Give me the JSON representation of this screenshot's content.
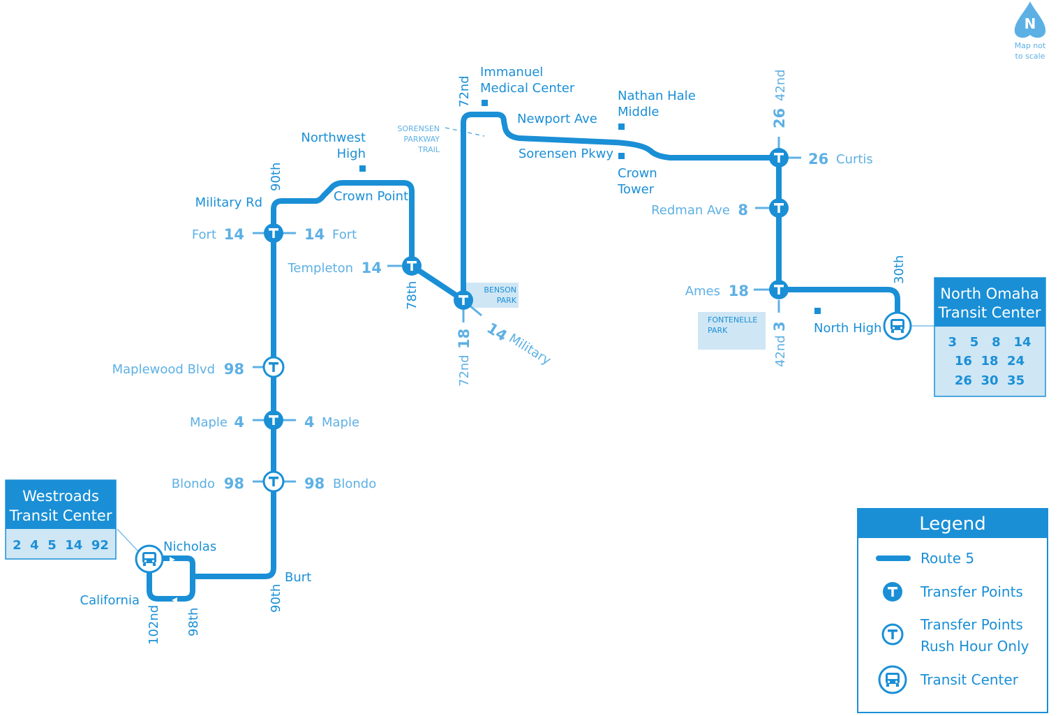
{
  "colors": {
    "route": "#1a8fd6",
    "light": "#5db0e4",
    "fill_light": "#cfe6f5",
    "white": "#ffffff"
  },
  "north": {
    "letter": "N",
    "note_line1": "Map not",
    "note_line2": "to scale"
  },
  "streets": {
    "military_rd": "Military Rd",
    "ninetieth_top": "90th",
    "fort_left": "Fort",
    "fort_left_num": "14",
    "fort_right_num": "14",
    "fort_right": "Fort",
    "northwest_high_1": "Northwest",
    "northwest_high_2": "High",
    "crown_point": "Crown Point",
    "templeton": "Templeton",
    "templeton_num": "14",
    "seventy_eighth": "78th",
    "sorensen_trail_1": "SORENSEN",
    "sorensen_trail_2": "PARKWAY",
    "sorensen_trail_3": "TRAIL",
    "seventy_second_top": "72nd",
    "immanuel_1": "Immanuel",
    "immanuel_2": "Medical Center",
    "benson_park_1": "BENSON",
    "benson_park_2": "PARK",
    "seventy_second_bottom": "72nd",
    "num_18_military": "18",
    "num_14_military": "14",
    "military": "Military",
    "newport_ave": "Newport Ave",
    "sorensen_pkwy": "Sorensen Pkwy",
    "nathan_hale_1": "Nathan Hale",
    "nathan_hale_2": "Middle",
    "crown_tower_1": "Crown",
    "crown_tower_2": "Tower",
    "forty_second_top": "42nd",
    "num_26_top": "26",
    "num_26_curtis": "26",
    "curtis": "Curtis",
    "redman_ave": "Redman Ave",
    "redman_num": "8",
    "ames": "Ames",
    "ames_num": "18",
    "fontenelle_1": "FONTENELLE",
    "fontenelle_2": "PARK",
    "num_3": "3",
    "forty_second_bottom": "42nd",
    "north_high": "North High",
    "thirtieth": "30th",
    "maplewood": "Maplewood Blvd",
    "maplewood_num": "98",
    "maple_left": "Maple",
    "maple_left_num": "4",
    "maple_right_num": "4",
    "maple_right": "Maple",
    "blondo_left": "Blondo",
    "blondo_left_num": "98",
    "blondo_right_num": "98",
    "blondo_right": "Blondo",
    "nicholas": "Nicholas",
    "burt": "Burt",
    "california": "California",
    "one_oh_second": "102nd",
    "ninety_eighth": "98th",
    "ninetieth_bottom": "90th"
  },
  "westroads": {
    "title_1": "Westroads",
    "title_2": "Transit Center",
    "routes": "2  4  5  14  92"
  },
  "north_omaha": {
    "title_1": "North Omaha",
    "title_2": "Transit Center",
    "routes_row1": "3   5   8   14",
    "routes_row2": "16  18  24",
    "routes_row3": "26  30  35"
  },
  "legend": {
    "title": "Legend",
    "route": "Route 5",
    "transfer": "Transfer Points",
    "transfer_rush_1": "Transfer Points",
    "transfer_rush_2": "Rush Hour Only",
    "transit_center": "Transit Center"
  }
}
